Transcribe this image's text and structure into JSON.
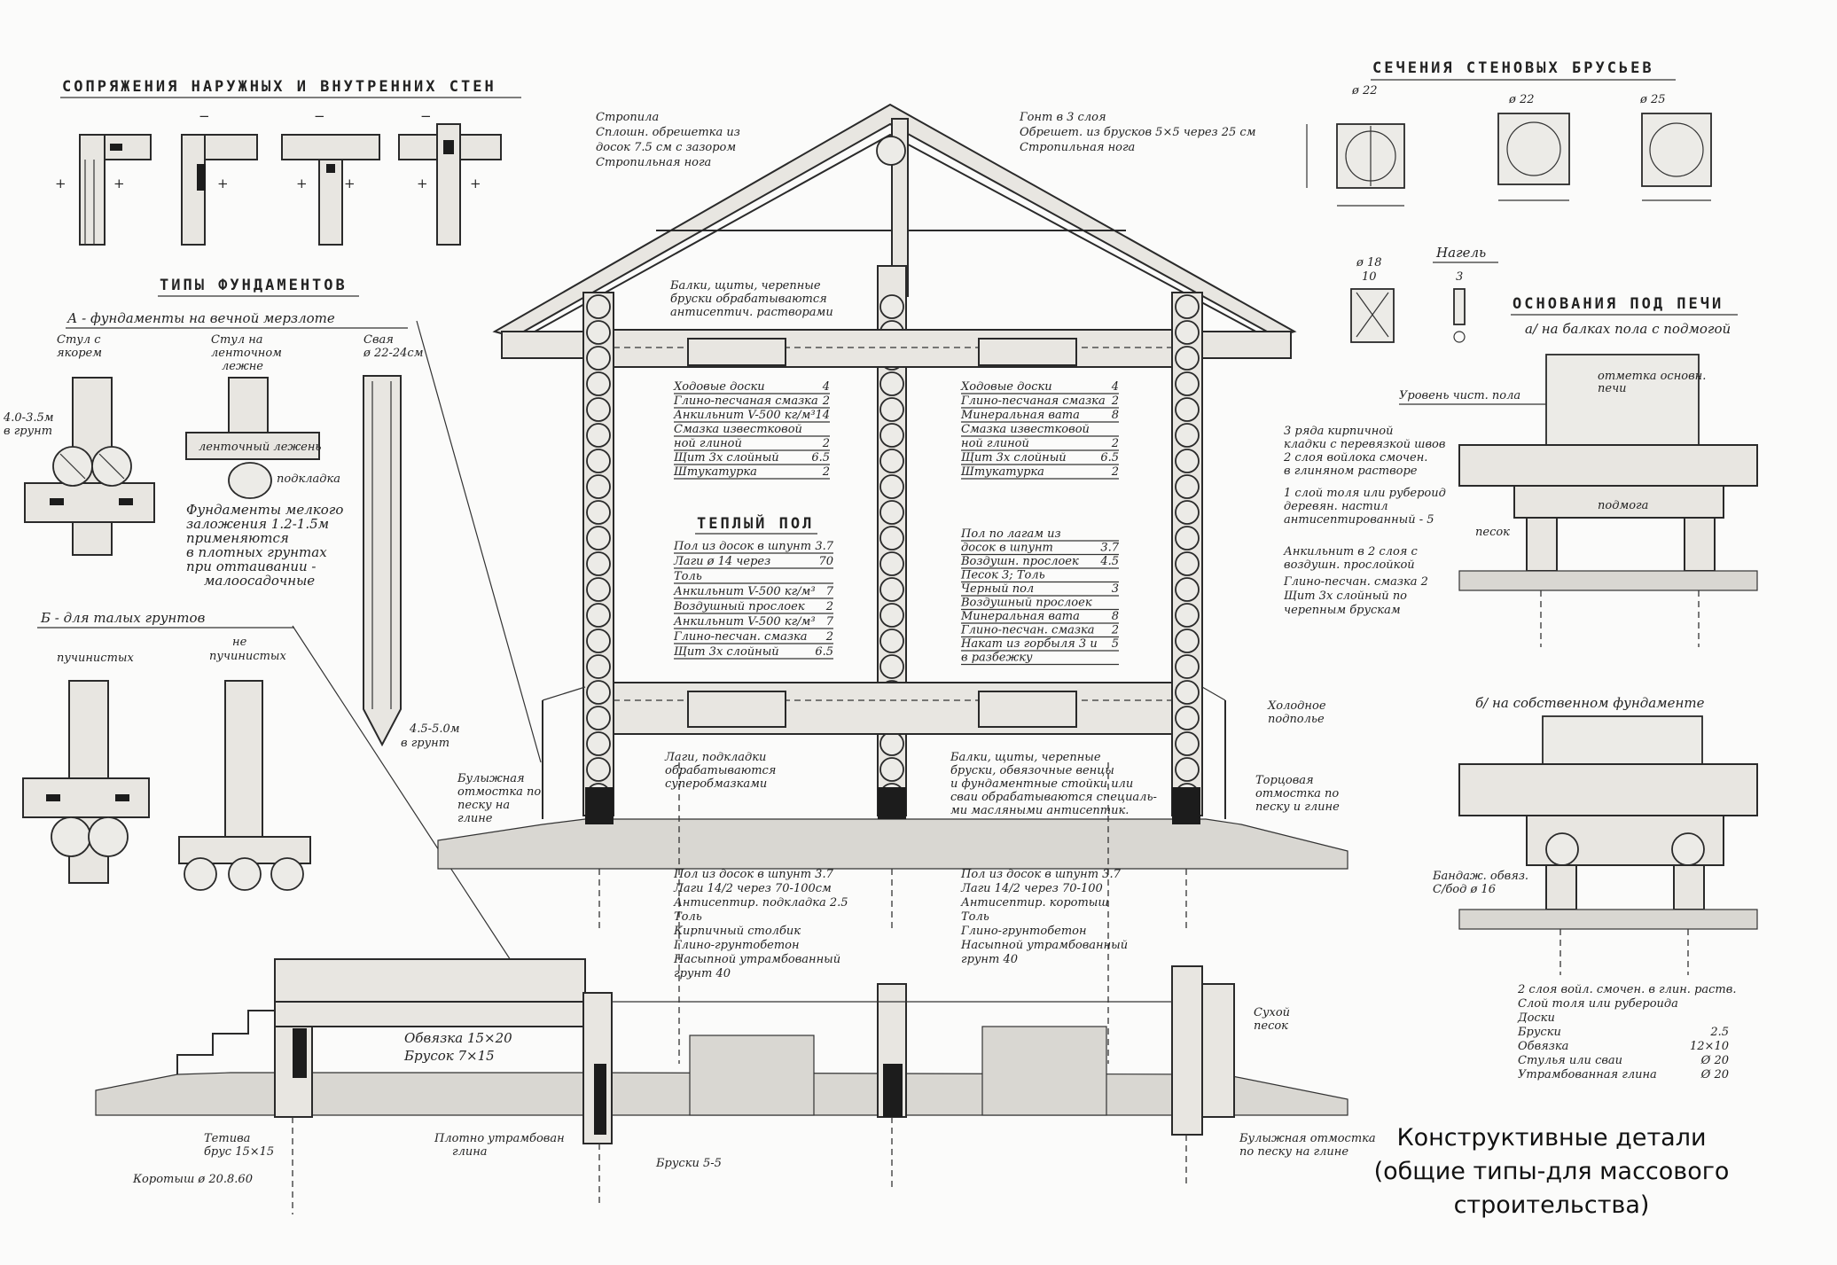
{
  "headings": {
    "walls": "СОПРЯЖЕНИЯ НАРУЖНЫХ И ВНУТРЕННИХ СТЕН",
    "foundations": "ТИПЫ ФУНДАМЕНТОВ",
    "beams": "СЕЧЕНИЯ СТЕНОВЫХ БРУСЬЕВ",
    "dowel": "Нагель",
    "stove": "ОСНОВАНИЯ ПОД ПЕЧИ",
    "floor": "ТЕПЛЫЙ ПОЛ"
  },
  "foundations": {
    "type_a": "А - фундаменты на вечной мерзлоте",
    "stool_anchor": [
      "Стул с",
      "якорем"
    ],
    "stool_strip": [
      "Стул на",
      "ленточном",
      "лежне"
    ],
    "pile": [
      "Свая",
      "ø 22-24см"
    ],
    "pile_depth": [
      "4.5-5.0м",
      "в грунт"
    ],
    "depth": [
      "4.0-3.5м",
      "в грунт"
    ],
    "strip": "ленточный лежень",
    "pad": "подкладка",
    "note": [
      "Фундаменты мелкого",
      "заложения 1.2-1.5м",
      "применяются",
      "в плотных грунтах",
      "при оттаивании -",
      "малоосадочные"
    ],
    "type_b": "Б - для талых грунтов",
    "heaving": "пучинистых",
    "non_heaving": [
      "не",
      "пучинистых"
    ]
  },
  "roof": {
    "left": [
      "Стропила",
      "Сплошн. обрешетка из",
      "досок 7.5 см с зазором",
      "Стропильная нога"
    ],
    "right": [
      "Гонт в 3 слоя",
      "Обрешет. из брусков 5×5 через 25 см",
      "Стропильная нога"
    ]
  },
  "attic_note": [
    "Балки, щиты, черепные",
    "бруски обрабатываются",
    "антисептич. растворами"
  ],
  "ceiling_left": [
    {
      "t": "Ходовые доски",
      "v": "4"
    },
    {
      "t": "Глино-песчаная смазка",
      "v": "2"
    },
    {
      "t": "Анкильнит V-500 кг/м³",
      "v": "14"
    },
    {
      "t": "Смазка известковой",
      "v": ""
    },
    {
      "t": "ной глиной",
      "v": "2"
    },
    {
      "t": "Щит 3х слойный",
      "v": "6.5"
    },
    {
      "t": "Штукатурка",
      "v": "2"
    }
  ],
  "ceiling_right": [
    {
      "t": "Ходовые доски",
      "v": "4"
    },
    {
      "t": "Глино-песчаная смазка",
      "v": "2"
    },
    {
      "t": "Минеральная вата",
      "v": "8"
    },
    {
      "t": "Смазка известковой",
      "v": ""
    },
    {
      "t": "ной глиной",
      "v": "2"
    },
    {
      "t": "Щит 3х слойный",
      "v": "6.5"
    },
    {
      "t": "Штукатурка",
      "v": "2"
    }
  ],
  "floor_left": [
    {
      "t": "Пол из досок в шпунт",
      "v": "3.7"
    },
    {
      "t": "Лаги ø 14 через",
      "v": "70"
    },
    {
      "t": "Толь",
      "v": ""
    },
    {
      "t": "Анкильнит V-500 кг/м³",
      "v": "7"
    },
    {
      "t": "Воздушный прослоек",
      "v": "2"
    },
    {
      "t": "Анкильнит V-500 кг/м³",
      "v": "7"
    },
    {
      "t": "Глино-песчан. смазка",
      "v": "2"
    },
    {
      "t": "Щит 3х слойный",
      "v": "6.5"
    }
  ],
  "floor_right": [
    {
      "t": "Пол по лагам из",
      "v": ""
    },
    {
      "t": "досок в шпунт",
      "v": "3.7"
    },
    {
      "t": "Воздушн. прослоек",
      "v": "4.5"
    },
    {
      "t": "Песок 3; Толь",
      "v": ""
    },
    {
      "t": "Черный пол",
      "v": "3"
    },
    {
      "t": "Воздушный прослоек",
      "v": ""
    },
    {
      "t": "Минеральная вата",
      "v": "8"
    },
    {
      "t": "Глино-песчан. смазка",
      "v": "2"
    },
    {
      "t": "Накат из горбыля 3 и",
      "v": "5"
    },
    {
      "t": "в разбежку",
      "v": ""
    }
  ],
  "lower_notes": {
    "left": [
      "Лаги, подкладки",
      "обрабатываются",
      "суперобмазками"
    ],
    "right": [
      "Балки, щиты, черепные",
      "бруски, обвязочные венцы",
      "и фундаментные стойки или",
      "сваи обрабатываются специаль-",
      "ми масляными антисептик."
    ],
    "cold_under": [
      "Холодное",
      "подполье"
    ],
    "left_blind": [
      "Булыжная",
      "отмостка по",
      "песку на",
      "глине"
    ],
    "right_blind": [
      "Торцовая",
      "отмостка по",
      "песку и глине"
    ]
  },
  "basement_left": [
    "Пол из досок в шпунт 3.7",
    "Лаги 14/2 через 70-100см",
    "Антисептир. подкладка 2.5",
    "Толь",
    "Кирпичный столбик",
    "Глино-грунтобетон",
    "Насыпной утрамбованный",
    "грунт 40"
  ],
  "basement_right": [
    "Пол из досок в шпунт 3.7",
    "Лаги 14/2 через 70-100",
    "Антисептир. коротыш",
    "Толь",
    "Глино-грунтобетон",
    "Насыпной утрамбованный",
    "грунт 40"
  ],
  "porch": {
    "frame": "Обвязка 15×20",
    "bar": "Брусок 7×15",
    "stringer": [
      "Тетива",
      "брус 15×15"
    ],
    "posts": "Коротыш ø 20.8.60",
    "clay": [
      "Плотно утрамбован",
      "глина"
    ],
    "battens": "Бруски 5-5",
    "dry_sand": [
      "Сухой",
      "песок"
    ],
    "blind_area": [
      "Булыжная отмостка",
      "по песку на глине"
    ]
  },
  "stove": {
    "sub_a": "а/ на балках пола с подмогой",
    "floor_level": "Уровень чист. пола",
    "gap": [
      "отметка основн.",
      "печи"
    ],
    "brick_rows": [
      "3 ряда кирпичной",
      "кладки с перевязкой швов",
      "2 слоя войлока смочен.",
      "в глиняном растворе"
    ],
    "board_layer": [
      "1 слой толя или рубероид",
      "деревян. настил",
      "антисептированный - 5"
    ],
    "podmoga": "подмога",
    "sand": "песок",
    "layers": [
      "Анкильнит в 2 слоя с",
      "воздушн. прослойкой",
      "Глино-песчан. смазка 2",
      "Щит 3х слойный по",
      "черепным брускам"
    ],
    "sub_b": "б/ на собственном фундаменте",
    "beam": [
      "Бандаж. обвяз.",
      "С/бод ø 16"
    ],
    "bottom": [
      "2 слоя войл. смочен. в глин. раств.",
      "Слой толя или рубероида",
      "Доски",
      "Бруски",
      "Обвязка",
      "Стулья или сваи",
      "Утрамбованная глина"
    ],
    "bottom_vals": [
      "2.5",
      "12×10",
      "Ø 20",
      "Ø 20"
    ]
  },
  "beams": {
    "dims": [
      "ø 22",
      "ø 22",
      "ø 25"
    ]
  },
  "dowel_dims": [
    "ø 18",
    "10",
    "3"
  ],
  "caption": [
    "Конструктивные детали",
    "(общие типы-для массового",
    "строительства)"
  ]
}
